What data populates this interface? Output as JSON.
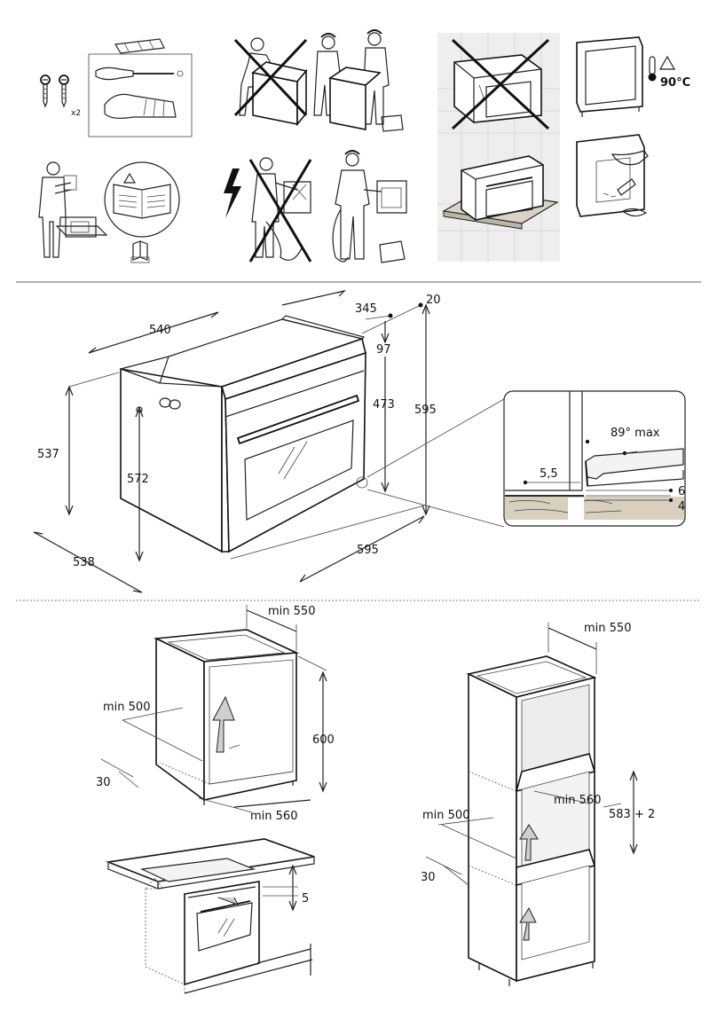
{
  "icons": {
    "screws_qty": "x2",
    "temperature": "90°C"
  },
  "oven_dimensions": {
    "top_depth": "540",
    "front_depth": "345",
    "panel": "20",
    "panel_offset": "97",
    "front_height_inner": "473",
    "total_height": "595",
    "side_height": "537",
    "body_height": "572",
    "base_depth": "538",
    "width": "595"
  },
  "detail": {
    "angle": "89° max",
    "gap": "5,5",
    "gap_a": "6",
    "gap_b": "4"
  },
  "cabinet_under": {
    "top_width": "min 550",
    "inner_depth": "min 500",
    "height": "600",
    "back_gap": "30",
    "width": "min 560"
  },
  "hob_install": {
    "gap": "5"
  },
  "cabinet_column": {
    "top_width": "min 550",
    "inner_depth": "min 500",
    "back_gap": "30",
    "width": "min 560",
    "niche_height": "583 + 2"
  }
}
